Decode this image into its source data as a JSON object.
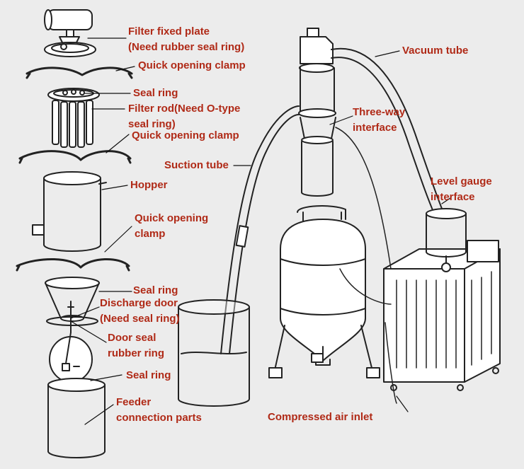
{
  "labels": {
    "filter_fixed_plate": [
      "Filter fixed plate",
      "(Need rubber seal ring)"
    ],
    "quick_clamp_1": "Quick opening clamp",
    "seal_ring_1": "Seal ring",
    "filter_rod": [
      "Filter rod(Need O-type",
      "seal ring)"
    ],
    "quick_clamp_2": "Quick opening clamp",
    "hopper": "Hopper",
    "quick_clamp_3": [
      "Quick opening",
      "clamp"
    ],
    "seal_ring_2": "Seal ring",
    "discharge_door": [
      "Discharge door",
      "(Need seal ring)"
    ],
    "door_seal": [
      "Door seal",
      "rubber ring"
    ],
    "seal_ring_3": "Seal ring",
    "feeder_parts": [
      "Feeder",
      "connection parts"
    ],
    "vacuum_tube": "Vacuum tube",
    "three_way": [
      "Three-way",
      "interface"
    ],
    "suction_tube": "Suction tube",
    "level_gauge": [
      "Level gauge",
      "interface"
    ],
    "compressed_air": "Compressed air inlet"
  },
  "colors": {
    "label": "#b02a17",
    "line": "#222222",
    "background": "#ececec"
  }
}
